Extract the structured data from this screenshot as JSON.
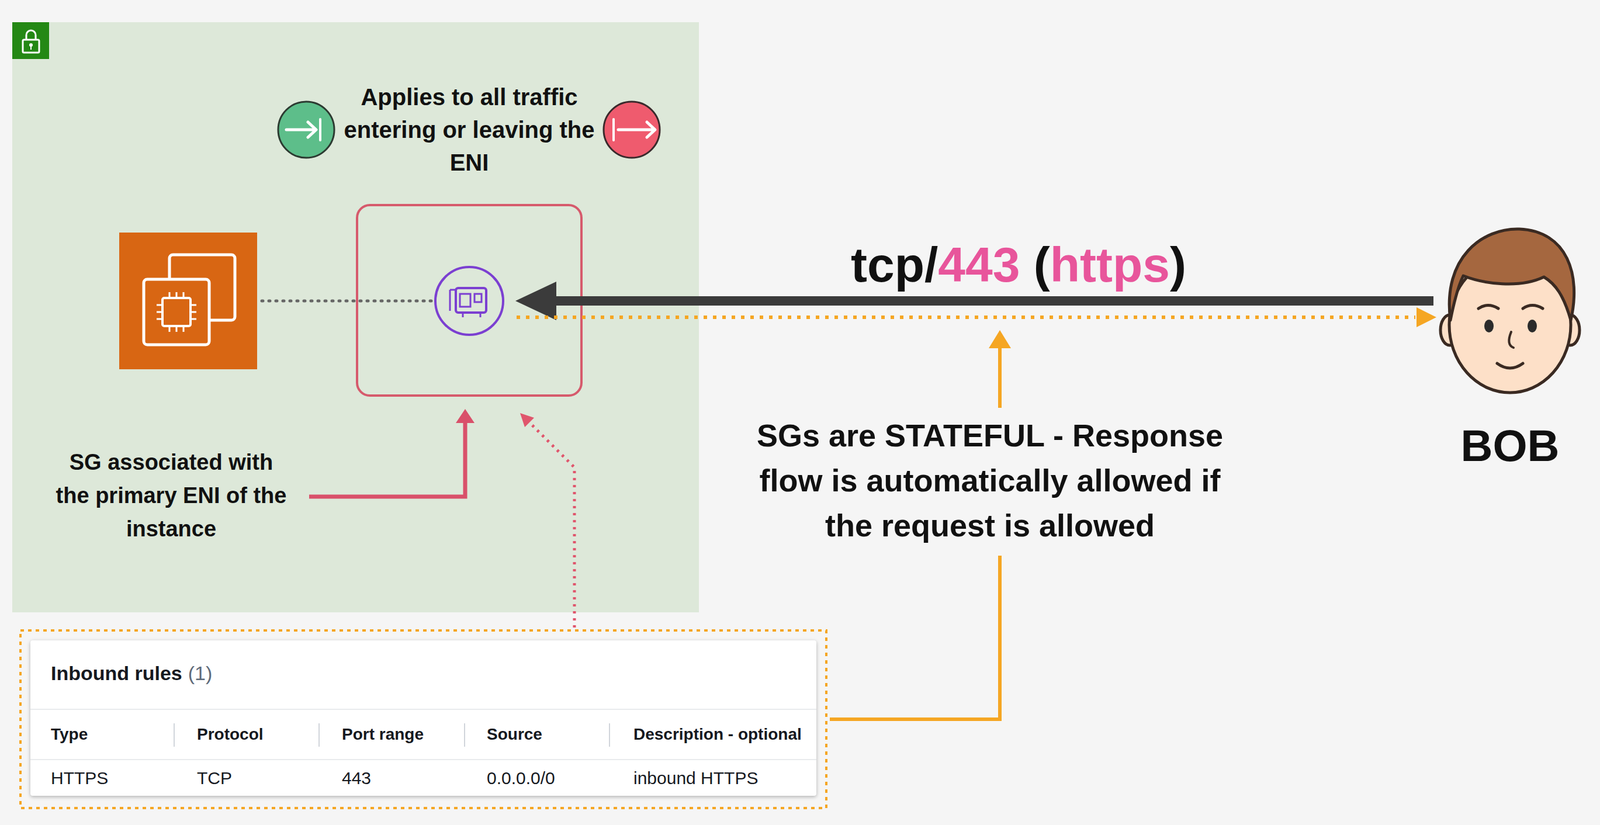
{
  "diagram": {
    "nodes": [
      {
        "text": [
          "Applies to all traffic entering or leaving the ENI",
          "SG associated with the primary ENI of the instance"
        ]
      },
      {
        "text": [
          "Inbound rules",
          "(1)"
        ]
      }
    ],
    "labels": [
      "tcp/",
      "443",
      " (",
      "https",
      ")",
      "SGs are STATEFUL - Response flow is automatically allowed if the request is allowed",
      "BOB",
      "Type",
      "Protocol",
      "Port range",
      "Source",
      "Description - optional",
      "HTTPS",
      "TCP",
      "443",
      "0.0.0.0/0",
      "inbound HTTPS"
    ]
  }
}
